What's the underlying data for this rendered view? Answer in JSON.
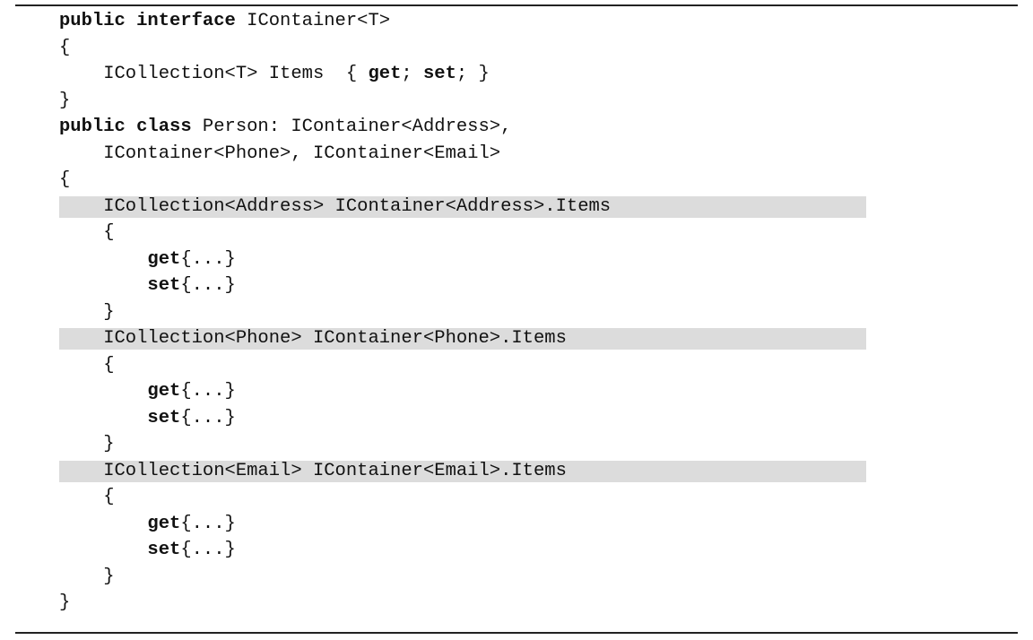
{
  "code_lines": [
    {
      "segs": [
        {
          "t": "public interface",
          "b": true
        },
        {
          "t": " IContainer<T>"
        }
      ]
    },
    {
      "segs": [
        {
          "t": "{"
        }
      ]
    },
    {
      "segs": [
        {
          "t": "    ICollection<T> Items  { "
        },
        {
          "t": "get",
          "b": true
        },
        {
          "t": "; "
        },
        {
          "t": "set",
          "b": true
        },
        {
          "t": "; }"
        }
      ]
    },
    {
      "segs": [
        {
          "t": "}"
        }
      ]
    },
    {
      "segs": [
        {
          "t": "public class",
          "b": true
        },
        {
          "t": " Person: IContainer<Address>,"
        }
      ]
    },
    {
      "segs": [
        {
          "t": "    IContainer<Phone>, IContainer<Email>"
        }
      ]
    },
    {
      "segs": [
        {
          "t": "{"
        }
      ]
    },
    {
      "hl": true,
      "segs": [
        {
          "t": "    ICollection<Address> IContainer<Address>.Items"
        }
      ]
    },
    {
      "segs": [
        {
          "t": "    {"
        }
      ]
    },
    {
      "segs": [
        {
          "t": "        "
        },
        {
          "t": "get",
          "b": true
        },
        {
          "t": "{...}"
        }
      ]
    },
    {
      "segs": [
        {
          "t": "        "
        },
        {
          "t": "set",
          "b": true
        },
        {
          "t": "{...}"
        }
      ]
    },
    {
      "segs": [
        {
          "t": "    }"
        }
      ]
    },
    {
      "hl": true,
      "segs": [
        {
          "t": "    ICollection<Phone> IContainer<Phone>.Items"
        }
      ]
    },
    {
      "segs": [
        {
          "t": "    {"
        }
      ]
    },
    {
      "segs": [
        {
          "t": "        "
        },
        {
          "t": "get",
          "b": true
        },
        {
          "t": "{...}"
        }
      ]
    },
    {
      "segs": [
        {
          "t": "        "
        },
        {
          "t": "set",
          "b": true
        },
        {
          "t": "{...}"
        }
      ]
    },
    {
      "segs": [
        {
          "t": "    }"
        }
      ]
    },
    {
      "hl": true,
      "segs": [
        {
          "t": "    ICollection<Email> IContainer<Email>.Items"
        }
      ]
    },
    {
      "segs": [
        {
          "t": "    {"
        }
      ]
    },
    {
      "segs": [
        {
          "t": "        "
        },
        {
          "t": "get",
          "b": true
        },
        {
          "t": "{...}"
        }
      ]
    },
    {
      "segs": [
        {
          "t": "        "
        },
        {
          "t": "set",
          "b": true
        },
        {
          "t": "{...}"
        }
      ]
    },
    {
      "segs": [
        {
          "t": "    }"
        }
      ]
    },
    {
      "segs": [
        {
          "t": "}"
        }
      ]
    }
  ],
  "colors": {
    "highlight": "#dcdcdc",
    "rule": "#222222"
  }
}
